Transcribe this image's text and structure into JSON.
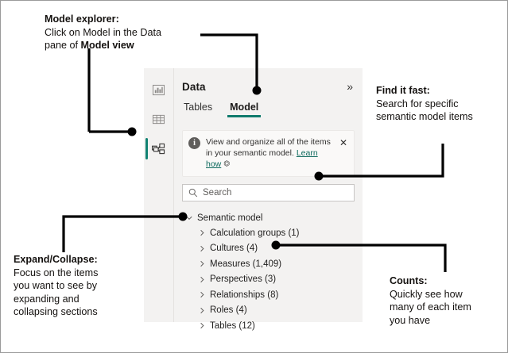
{
  "panel": {
    "header": {
      "title": "Data",
      "collapse_glyph": "»"
    },
    "rail": {
      "items": [
        {
          "name": "report-view-icon"
        },
        {
          "name": "table-view-icon"
        },
        {
          "name": "model-view-icon",
          "selected": true
        }
      ],
      "selected_accent": "#118272"
    },
    "tabs": [
      {
        "label": "Tables",
        "active": false
      },
      {
        "label": "Model",
        "active": true
      }
    ],
    "tab_accent": "#0f7a6c",
    "info": {
      "icon": "info-icon",
      "text_line1": "View and organize all of the items in",
      "text_line2": "your semantic model.",
      "link": "Learn how",
      "external_glyph": "↗",
      "close_glyph": "✕"
    },
    "search": {
      "icon": "search-icon",
      "placeholder": "Search",
      "value": ""
    },
    "tree": {
      "root": {
        "label": "Semantic model",
        "expanded": true
      },
      "items": [
        {
          "label": "Calculation groups (1)"
        },
        {
          "label": "Cultures (4)"
        },
        {
          "label": "Measures (1,409)"
        },
        {
          "label": "Perspectives (3)"
        },
        {
          "label": "Relationships (8)"
        },
        {
          "label": "Roles (4)"
        },
        {
          "label": "Tables (12)"
        }
      ]
    }
  },
  "annotations": {
    "model_explorer": {
      "title": "Model explorer:",
      "line1_a": "Click on Model in the Data",
      "line2_a": "pane of ",
      "line2_b": "Model view"
    },
    "find_it_fast": {
      "title": "Find it fast:",
      "line1": "Search for specific",
      "line2": "semantic model items"
    },
    "expand_collapse": {
      "title": "Expand/Collapse:",
      "line1": "Focus on the items",
      "line2": "you want to see by",
      "line3": "expanding and",
      "line4": "collapsing sections"
    },
    "counts": {
      "title": "Counts:",
      "line1": "Quickly see how",
      "line2": "many of each item",
      "line3": "you have"
    }
  }
}
